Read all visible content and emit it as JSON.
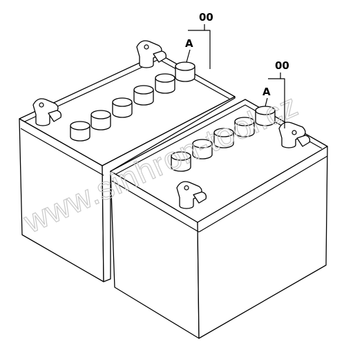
{
  "labels": {
    "left_part": "00",
    "left_cap": "A",
    "right_part": "00",
    "right_cap": "A"
  },
  "watermark": "www.sinhron-tool.cz",
  "colors": {
    "line": "#000000",
    "watermark": "#c8c8c8",
    "background": "#ffffff"
  }
}
